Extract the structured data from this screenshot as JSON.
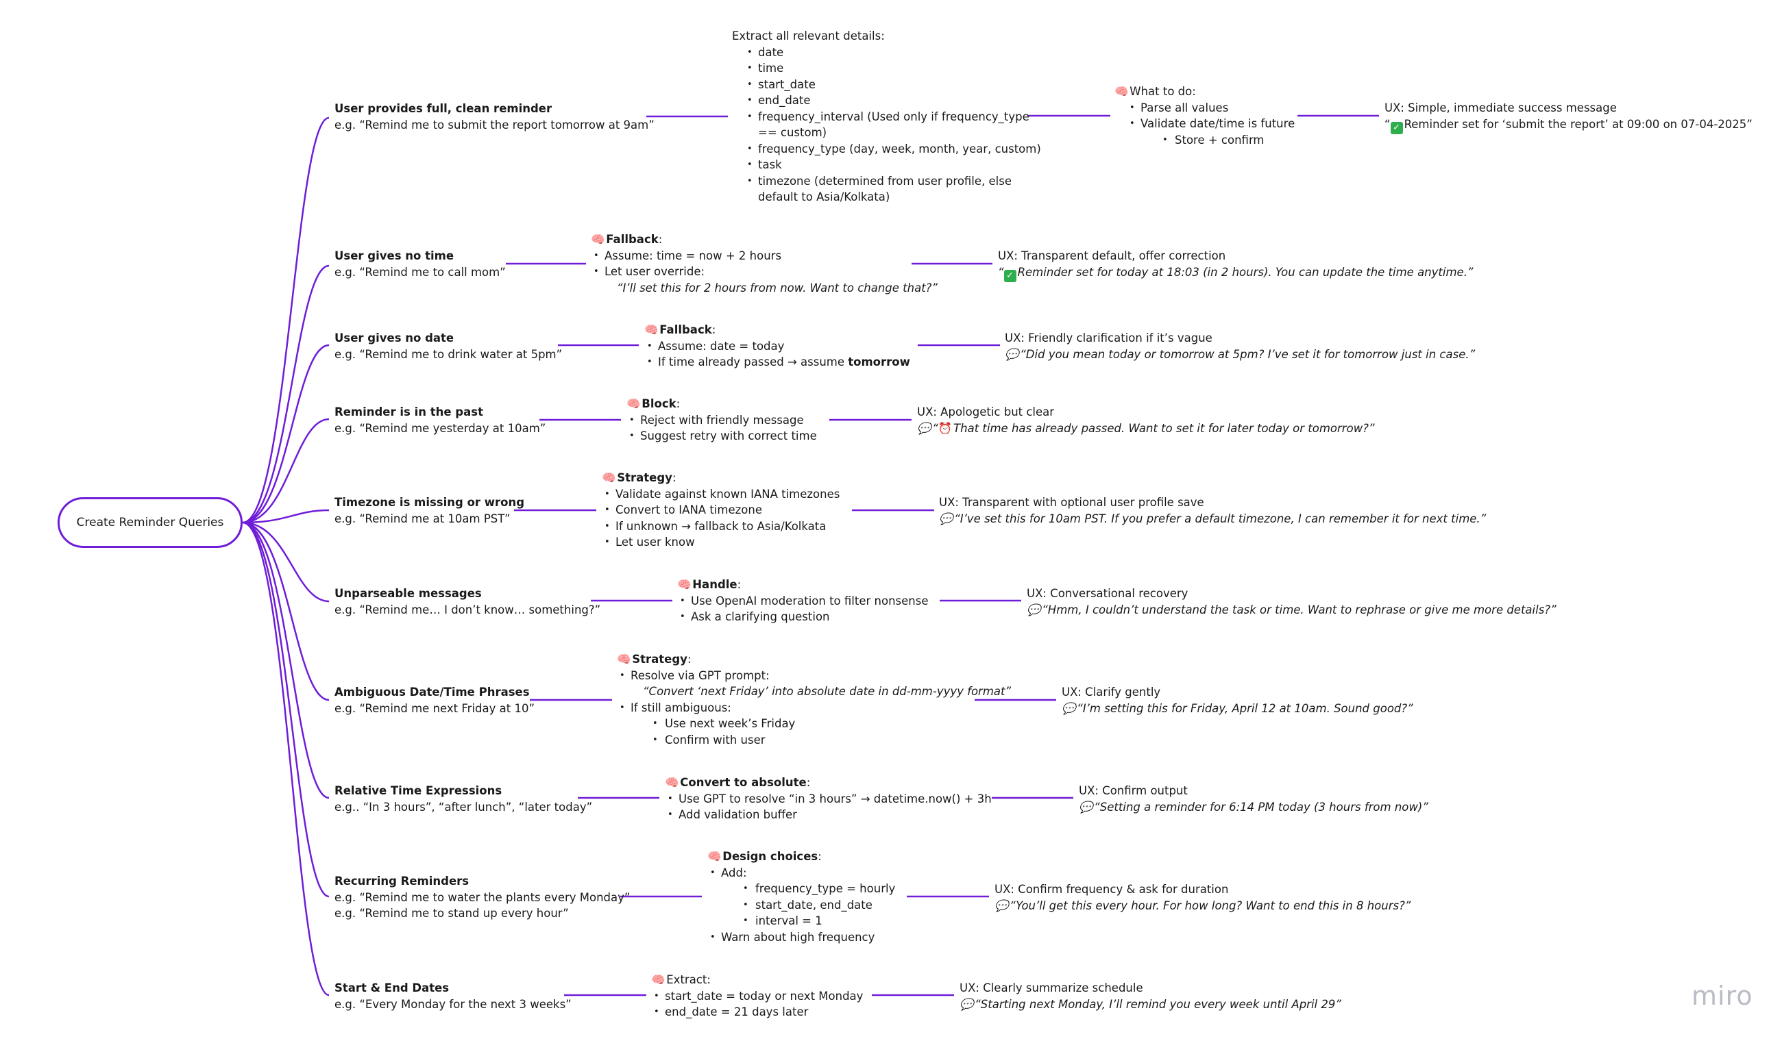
{
  "root": "Create Reminder Queries",
  "rows": [
    {
      "title": "User provides full, clean reminder",
      "example": "e.g. “Remind me to submit the report tomorrow at 9am”",
      "extract_heading": "Extract all relevant details:",
      "extract_items": [
        "date",
        "time",
        "start_date",
        "end_date",
        "frequency_interval (Used only if frequency_type",
        "== custom)",
        "frequency_type (day, week, month, year, custom)",
        "task",
        "timezone (determined from user profile, else",
        "default to Asia/Kolkata)"
      ],
      "todo_heading": "What to do:",
      "todo_items": [
        "Parse all values",
        "Validate date/time is future",
        "Store + confirm"
      ],
      "ux_title": "UX: Simple, immediate success message",
      "ux_quote": "Reminder set for ‘submit the report’ at 09:00 on 07-04-2025”",
      "ux_prefix": "“"
    },
    {
      "title": "User gives no time",
      "example": "e.g. “Remind me to call mom”",
      "heading": "Fallback",
      "items": [
        "Assume: time = now + 2 hours",
        "Let user override:"
      ],
      "note": "“I’ll set this for 2 hours from now. Want to change that?”",
      "ux_title": "UX: Transparent default, offer correction",
      "ux_prefix": "“",
      "ux_quote": "Reminder set for today at 18:03 (in 2 hours). You can update the time anytime.”"
    },
    {
      "title": "User gives no date",
      "example": "e.g. “Remind me to drink water at 5pm”",
      "heading": "Fallback",
      "items": [
        "Assume: date = today",
        "If time already passed → assume "
      ],
      "items_bold_suffix": "tomorrow",
      "ux_title": "UX: Friendly clarification if it’s vague",
      "ux_quote": "“Did you mean today or tomorrow at 5pm? I’ve set it for tomorrow just in case.”"
    },
    {
      "title": "Reminder is in the past",
      "example": "e.g. “Remind me yesterday at 10am”",
      "heading": "Block",
      "items": [
        "Reject with friendly message",
        "Suggest retry with correct time"
      ],
      "ux_title": "UX: Apologetic but clear",
      "ux_prefix": "“",
      "ux_quote": " That time has already passed. Want to set it for later today or tomorrow?”"
    },
    {
      "title": "Timezone is missing or wrong",
      "example": "e.g. “Remind me at 10am PST”",
      "heading": "Strategy",
      "items": [
        "Validate against known IANA timezones",
        "Convert to IANA timezone",
        "If unknown → fallback to Asia/Kolkata",
        "Let user know"
      ],
      "ux_title": "UX: Transparent with optional user profile save",
      "ux_quote": "“I’ve set this for 10am PST. If you prefer a default timezone, I can remember it for next time.”"
    },
    {
      "title": "Unparseable messages",
      "example": "e.g. “Remind me… I don’t know… something?”",
      "heading": "Handle",
      "items": [
        "Use OpenAI moderation to filter nonsense",
        "Ask a clarifying question"
      ],
      "ux_title": "UX: Conversational recovery",
      "ux_quote": "“Hmm, I couldn’t understand the task or time. Want to rephrase or give me more details?”"
    },
    {
      "title": "Ambiguous Date/Time Phrases",
      "example": "e.g. “Remind me next Friday at 10”",
      "heading": "Strategy",
      "items": [
        "Resolve via GPT prompt:",
        "If still ambiguous:"
      ],
      "note": "“Convert ‘next Friday’ into absolute date in dd-mm-yyyy format”",
      "sub_items": [
        "Use next week’s Friday",
        "Confirm with user"
      ],
      "ux_title": "UX: Clarify gently",
      "ux_quote": "“I’m setting this for Friday, April 12 at 10am. Sound good?”"
    },
    {
      "title": "Relative Time Expressions",
      "example": "e.g.. “In 3 hours”, “after lunch”, “later today”",
      "heading": "Convert to absolute",
      "items": [
        "Use GPT to resolve “in 3 hours” → datetime.now() + 3h",
        "Add validation buffer"
      ],
      "ux_title": "UX: Confirm output",
      "ux_quote": "“Setting a reminder for 6:14 PM today (3 hours from now)”"
    },
    {
      "title": "Recurring Reminders",
      "example": "e.g. “Remind me to water the plants every Monday”",
      "example2": "e.g. “Remind me to stand up every hour”",
      "heading": "Design choices",
      "items": [
        "Add:",
        "Warn about high frequency"
      ],
      "sub_items": [
        "frequency_type = hourly",
        "start_date, end_date",
        "interval = 1"
      ],
      "ux_title": "UX: Confirm frequency & ask for duration",
      "ux_quote": "“You’ll get this every hour. For how long? Want to end this in 8 hours?”"
    },
    {
      "title": "Start & End Dates",
      "example": "e.g. “Every Monday for the next 3 weeks”",
      "heading": "Extract:",
      "items": [
        "start_date = today or next Monday",
        "end_date = 21 days later"
      ],
      "ux_title": "UX: Clearly summarize schedule",
      "ux_quote": "“Starting next Monday, I’ll remind you every week until April 29”"
    }
  ],
  "watermark": "miro",
  "colors": {
    "edge": "#6f1dd8"
  },
  "icons": [
    "brain-icon",
    "speech-bubble-icon",
    "check-mark-icon",
    "alarm-clock-icon"
  ]
}
